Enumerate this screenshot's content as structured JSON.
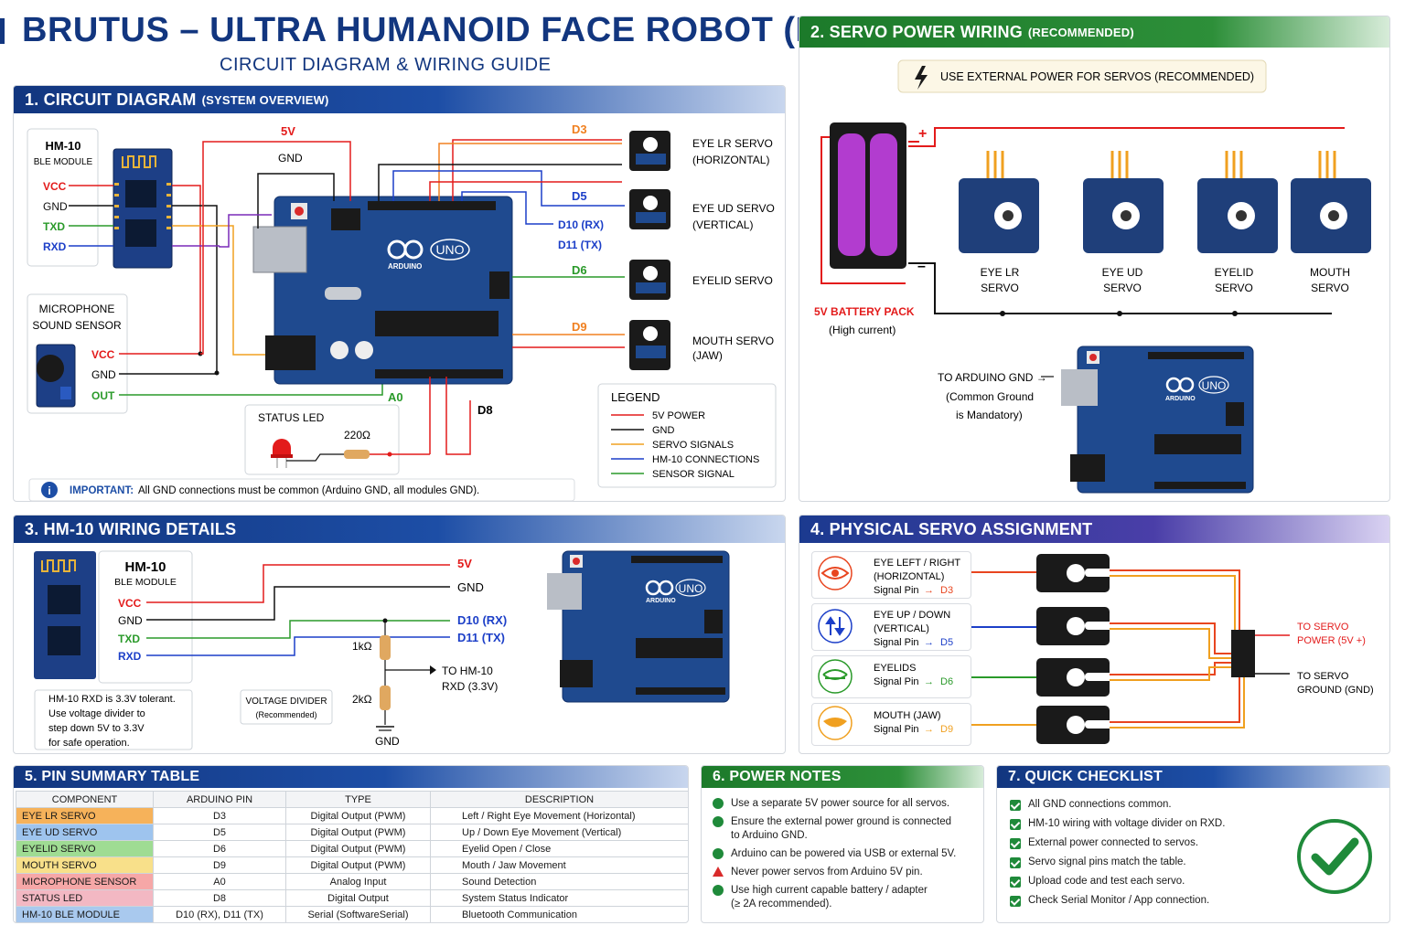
{
  "title": {
    "main": "BRUTUS – ULTRA HUMANOID FACE ROBOT (BLE)",
    "sub": "CIRCUIT DIAGRAM & WIRING GUIDE"
  },
  "colors": {
    "navy": "#12367f",
    "green": "#1c7a2a",
    "purple": "#4a3ea8",
    "power": "#e31b1b",
    "gnd": "#111111",
    "signal": "#f0a020",
    "hm10": "#1c3fc8",
    "sensor": "#2a9a2a"
  },
  "s1": {
    "title": "1. CIRCUIT DIAGRAM",
    "subtitle": "(SYSTEM OVERVIEW)",
    "hm10": {
      "name": "HM-10",
      "desc": "BLE MODULE",
      "pins": [
        "VCC",
        "GND",
        "TXD",
        "RXD"
      ]
    },
    "mic": {
      "name": "MICROPHONE",
      "desc": "SOUND SENSOR",
      "pins": [
        "VCC",
        "GND",
        "OUT"
      ]
    },
    "labels": {
      "v5": "5V",
      "gnd": "GND",
      "d3": "D3",
      "d5": "D5",
      "d10": "D10 (RX)",
      "d11": "D11 (TX)",
      "d6": "D6",
      "d9": "D9",
      "a0": "A0",
      "d8": "D8"
    },
    "servos": [
      {
        "name": "EYE LR SERVO",
        "sub": "(HORIZONTAL)"
      },
      {
        "name": "EYE UD SERVO",
        "sub": "(VERTICAL)"
      },
      {
        "name": "EYELID SERVO",
        "sub": ""
      },
      {
        "name": "MOUTH SERVO",
        "sub": "(JAW)"
      }
    ],
    "status_led": "STATUS LED",
    "resistor": "220Ω",
    "legend": {
      "title": "LEGEND",
      "items": [
        "5V POWER",
        "GND",
        "SERVO SIGNALS",
        "HM-10 CONNECTIONS",
        "SENSOR SIGNAL"
      ]
    },
    "important_label": "IMPORTANT:",
    "important_text": "All GND connections must be common (Arduino GND, all modules GND).",
    "uno_text": "UNO",
    "arduino_text": "ARDUINO"
  },
  "s2": {
    "title": "2. SERVO POWER WIRING",
    "subtitle": "(RECOMMENDED)",
    "banner": "USE EXTERNAL POWER FOR SERVOS (RECOMMENDED)",
    "plus": "+",
    "minus": "–",
    "battery": "5V BATTERY PACK",
    "battery_sub": "(High current)",
    "servos": [
      [
        "EYE LR",
        "SERVO"
      ],
      [
        "EYE UD",
        "SERVO"
      ],
      [
        "EYELID",
        "SERVO"
      ],
      [
        "MOUTH",
        "SERVO"
      ]
    ],
    "to_gnd": "TO ARDUINO GND →",
    "to_gnd_sub1": "(Common Ground",
    "to_gnd_sub2": "is Mandatory)"
  },
  "s3": {
    "title": "3. HM-10 WIRING DETAILS",
    "name": "HM-10",
    "desc": "BLE MODULE",
    "pins": [
      "VCC",
      "GND",
      "TXD",
      "RXD"
    ],
    "targets": [
      "5V",
      "GND",
      "D10 (RX)",
      "D11 (TX)"
    ],
    "r1": "1kΩ",
    "r2": "2kΩ",
    "gnd": "GND",
    "to_rxd": "TO HM-10",
    "to_rxd2": "RXD (3.3V)",
    "note": [
      "HM-10 RXD is 3.3V tolerant.",
      "Use voltage divider to",
      "step down 5V to 3.3V",
      "for safe operation."
    ],
    "divider": "VOLTAGE DIVIDER",
    "divider_sub": "(Recommended)"
  },
  "s4": {
    "title": "4. PHYSICAL SERVO ASSIGNMENT",
    "items": [
      {
        "l1": "EYE LEFT / RIGHT",
        "l2": "(HORIZONTAL)",
        "pin": "Signal Pin",
        "arrow": "→",
        "val": "D3",
        "color": "#e8451f"
      },
      {
        "l1": "EYE UP / DOWN",
        "l2": "(VERTICAL)",
        "pin": "Signal Pin",
        "arrow": "→",
        "val": "D5",
        "color": "#1c3fc8"
      },
      {
        "l1": "EYELIDS",
        "l2": "",
        "pin": "Signal Pin",
        "arrow": "→",
        "val": "D6",
        "color": "#2a9a2a"
      },
      {
        "l1": "MOUTH (JAW)",
        "l2": "",
        "pin": "Signal Pin",
        "arrow": "→",
        "val": "D9",
        "color": "#f0a020"
      }
    ],
    "to_power": "TO SERVO",
    "to_power2": "POWER (5V +)",
    "to_ground": "TO SERVO",
    "to_ground2": "GROUND (GND)"
  },
  "s5": {
    "title": "5. PIN SUMMARY TABLE",
    "headers": [
      "COMPONENT",
      "ARDUINO PIN",
      "TYPE",
      "DESCRIPTION"
    ],
    "rows": [
      {
        "c": "EYE LR SERVO",
        "p": "D3",
        "t": "Digital Output (PWM)",
        "d": "Left / Right Eye Movement (Horizontal)",
        "bg": "#f6b25a"
      },
      {
        "c": "EYE UD SERVO",
        "p": "D5",
        "t": "Digital Output (PWM)",
        "d": "Up / Down Eye Movement (Vertical)",
        "bg": "#9ec4ee"
      },
      {
        "c": "EYELID SERVO",
        "p": "D6",
        "t": "Digital Output (PWM)",
        "d": "Eyelid Open / Close",
        "bg": "#9fdc93"
      },
      {
        "c": "MOUTH SERVO",
        "p": "D9",
        "t": "Digital Output (PWM)",
        "d": "Mouth / Jaw Movement",
        "bg": "#f8e08a"
      },
      {
        "c": "MICROPHONE SENSOR",
        "p": "A0",
        "t": "Analog Input",
        "d": "Sound Detection",
        "bg": "#f6a7a7"
      },
      {
        "c": "STATUS LED",
        "p": "D8",
        "t": "Digital Output",
        "d": "System Status Indicator",
        "bg": "#f3b8c3"
      },
      {
        "c": "HM-10 BLE MODULE",
        "p": "D10 (RX), D11 (TX)",
        "t": "Serial (SoftwareSerial)",
        "d": "Bluetooth Communication",
        "bg": "#a9c9ee"
      }
    ]
  },
  "s6": {
    "title": "6. POWER NOTES",
    "items": [
      {
        "icon": "check",
        "text": "Use a separate 5V power source for all servos."
      },
      {
        "icon": "check",
        "text": "Ensure the external power ground is connected",
        "text2": "to Arduino GND."
      },
      {
        "icon": "check",
        "text": "Arduino can be powered via USB or external 5V."
      },
      {
        "icon": "warn",
        "text": "Never power servos from Arduino 5V pin."
      },
      {
        "icon": "check",
        "text": "Use high current capable battery / adapter",
        "text2": "(≥ 2A recommended)."
      }
    ]
  },
  "s7": {
    "title": "7. QUICK CHECKLIST",
    "items": [
      "All GND connections common.",
      "HM-10 wiring with voltage divider on RXD.",
      "External power connected to servos.",
      "Servo signal pins match the table.",
      "Upload code and test each servo.",
      "Check Serial Monitor / App connection."
    ]
  }
}
